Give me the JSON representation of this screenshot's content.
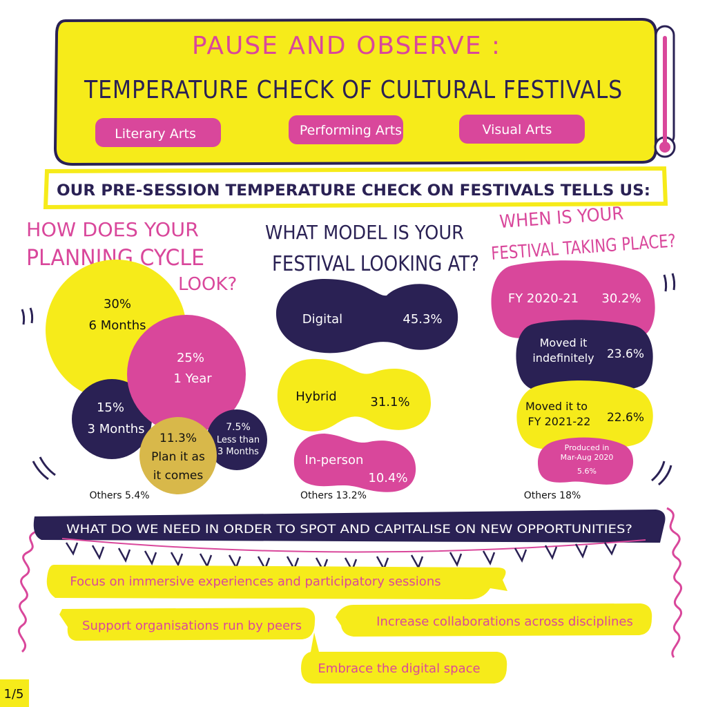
{
  "colors": {
    "yellow": "#F6EB1A",
    "pink": "#D9479B",
    "navy": "#2A2154",
    "gold": "#D8B84A",
    "white": "#FFFFFF"
  },
  "header": {
    "title_line1": "PAUSE AND OBSERVE :",
    "title_line2": "TEMPERATURE  CHECK  OF  CULTURAL  FESTIVALS",
    "tags": [
      "Literary Arts",
      "Performing Arts",
      "Visual Arts"
    ]
  },
  "subtitle": "OUR PRE-SESSION TEMPERATURE CHECK ON FESTIVALS TELLS US:",
  "planning": {
    "question_l1": "HOW DOES YOUR",
    "question_l2": "PLANNING CYCLE",
    "question_l3": "LOOK?",
    "six_months": {
      "pct": "30%",
      "label": "6 Months"
    },
    "one_year": {
      "pct": "25%",
      "label": "1 Year"
    },
    "three_months": {
      "pct": "15%",
      "label": "3 Months"
    },
    "plan_it": {
      "pct": "11.3%",
      "label_l1": "Plan it as",
      "label_l2": "it comes"
    },
    "less_than": {
      "pct": "7.5%",
      "label_l1": "Less than",
      "label_l2": "3 Months"
    },
    "others": "Others 5.4%"
  },
  "model": {
    "question_l1": "WHAT MODEL IS YOUR",
    "question_l2": "FESTIVAL LOOKING AT?",
    "digital": {
      "label": "Digital",
      "pct": "45.3%"
    },
    "hybrid": {
      "label": "Hybrid",
      "pct": "31.1%"
    },
    "inperson": {
      "label": "In-person",
      "pct": "10.4%"
    },
    "others": "Others 13.2%"
  },
  "timing": {
    "question_l1": "WHEN IS YOUR",
    "question_l2": "FESTIVAL TAKING PLACE?",
    "fy2021": {
      "label": "FY 2020-21",
      "pct": "30.2%"
    },
    "moved_indef": {
      "label_l1": "Moved it",
      "label_l2": "indefinitely",
      "pct": "23.6%"
    },
    "moved_fy22": {
      "label_l1": "Moved it to",
      "label_l2": "FY 2021-22",
      "pct": "22.6%"
    },
    "produced": {
      "label_l1": "Produced in",
      "label_l2": "Mar-Aug 2020",
      "pct": "5.6%"
    },
    "others": "Others 18%"
  },
  "needs": {
    "question": "WHAT DO WE NEED IN ORDER TO SPOT AND CAPITALISE ON NEW OPPORTUNITIES?",
    "items": [
      "Focus on immersive experiences and participatory sessions",
      "Support organisations run by peers",
      "Increase collaborations across disciplines",
      "Embrace the digital space"
    ]
  },
  "page_indicator": "1/5"
}
